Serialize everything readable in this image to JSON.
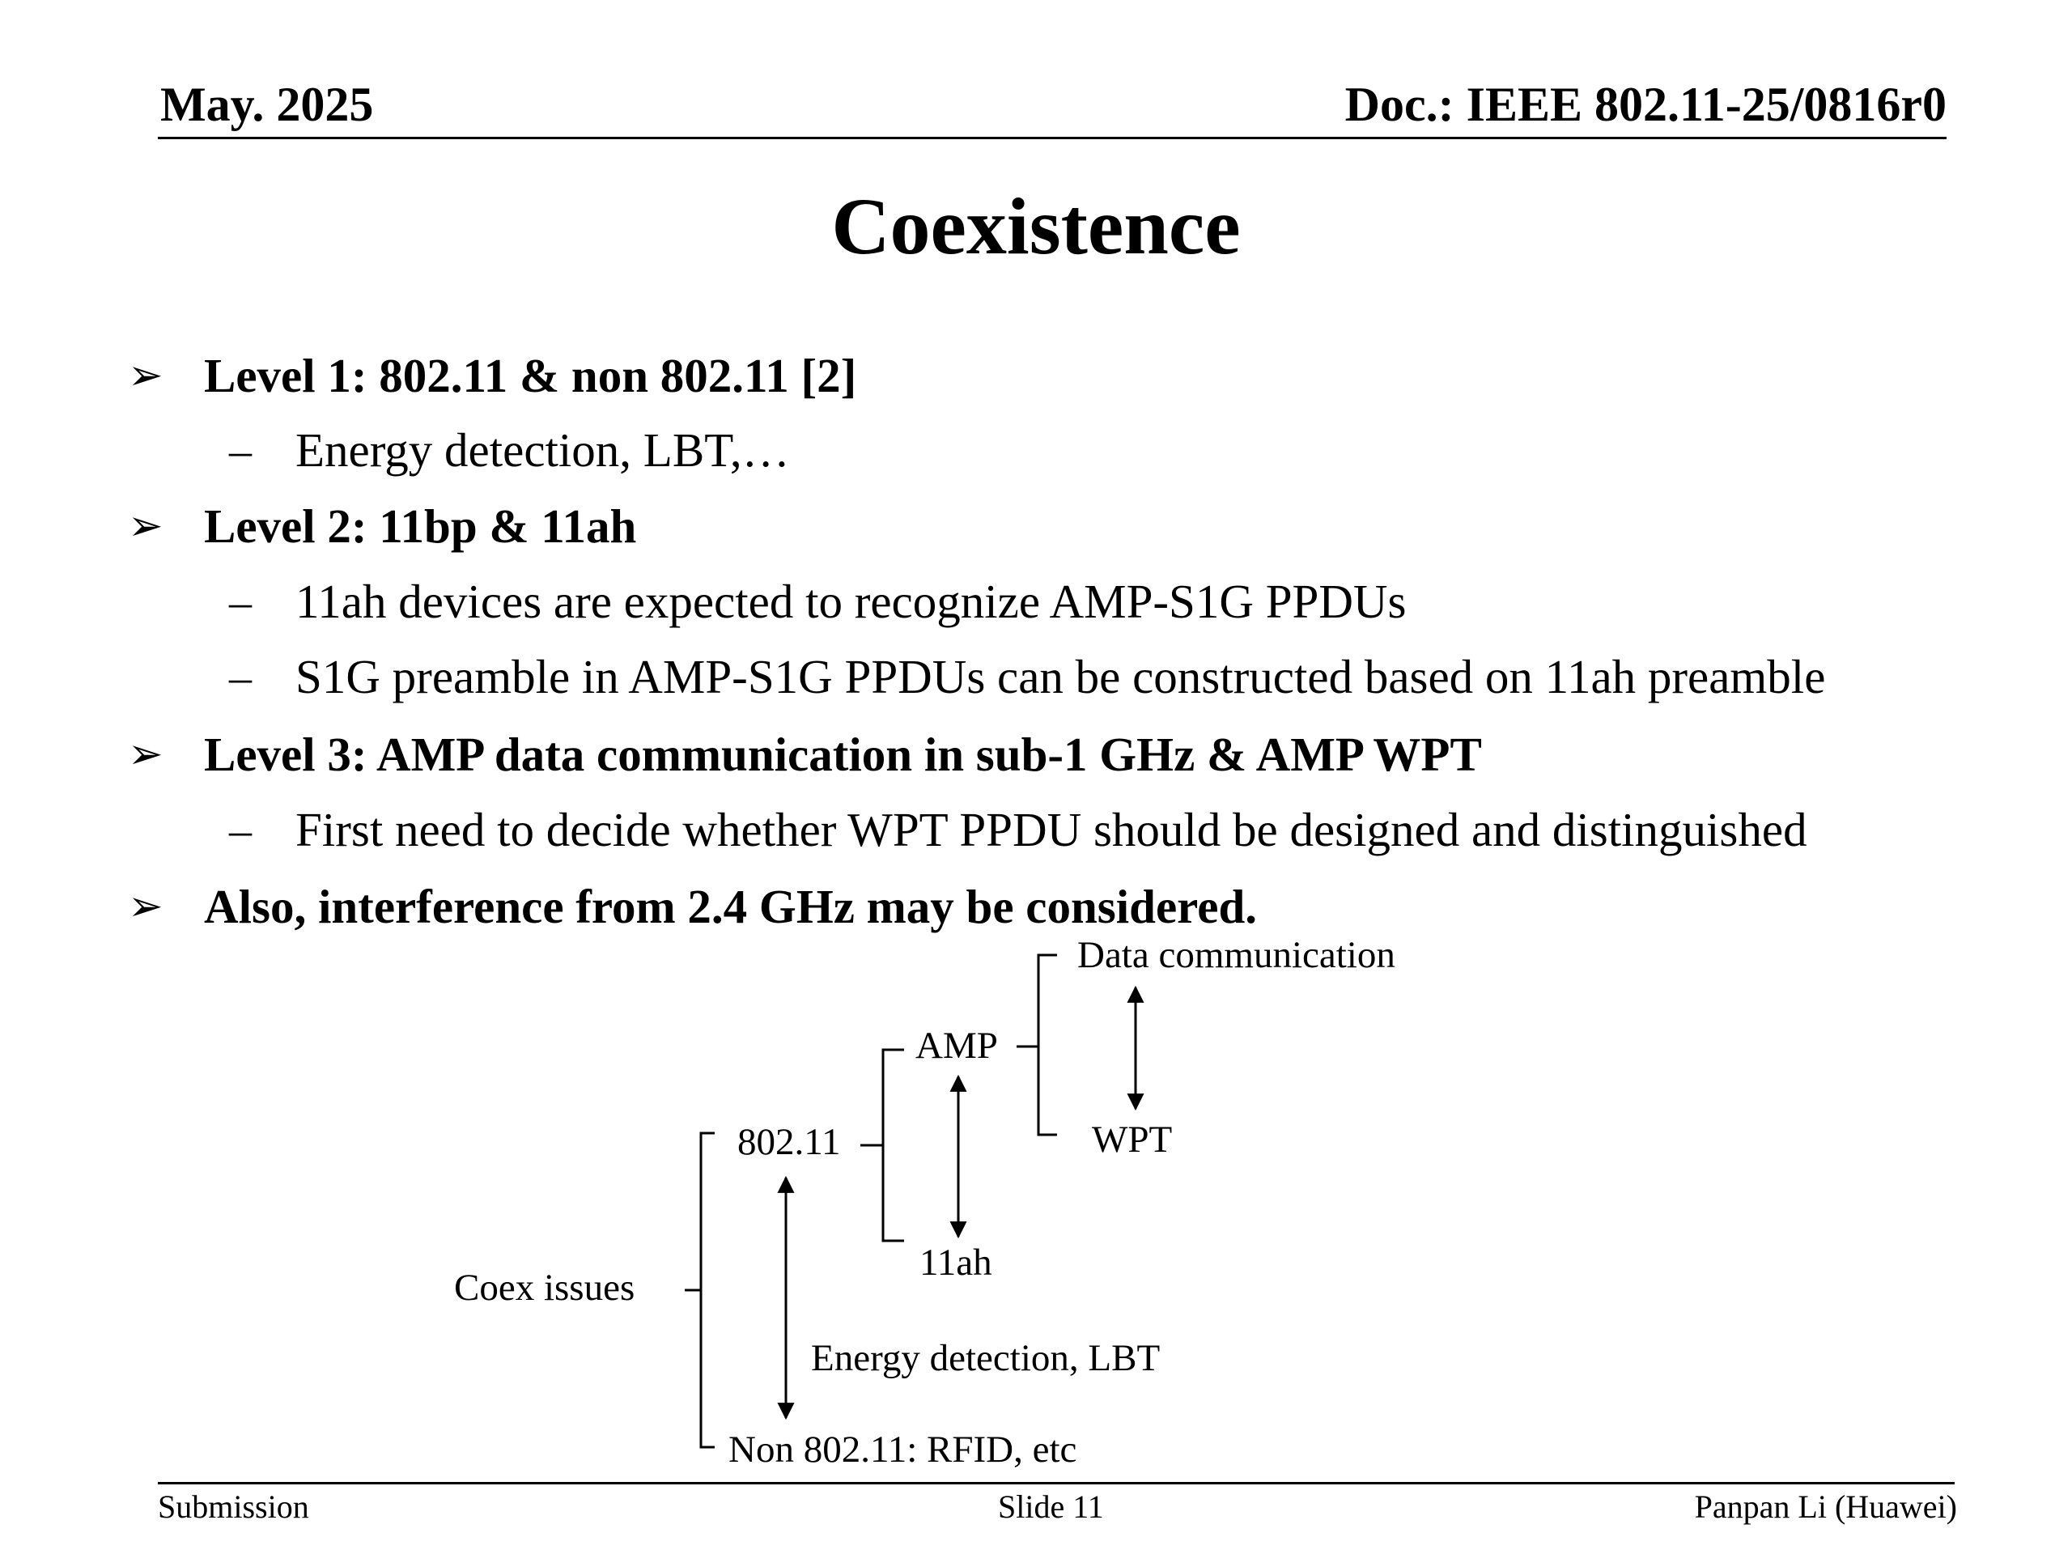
{
  "header": {
    "date": "May. 2025",
    "doc": "Doc.: IEEE 802.11-25/0816r0"
  },
  "title": "Coexistence",
  "bullet_marker": "➢",
  "sub_marker": "–",
  "bullets": [
    {
      "text": "Level 1: 802.11 & non 802.11 [2]",
      "subs": [
        "Energy detection, LBT,…"
      ]
    },
    {
      "text": "Level 2: 11bp & 11ah",
      "subs": [
        "11ah devices are expected to recognize AMP-S1G PPDUs",
        "S1G preamble in AMP-S1G PPDUs can be constructed based on 11ah preamble"
      ]
    },
    {
      "text": "Level 3: AMP data communication in sub-1 GHz & AMP WPT",
      "subs": [
        "First need to decide whether WPT PPDU should be designed and distinguished"
      ]
    },
    {
      "text": "Also, interference from 2.4 GHz may be considered.",
      "subs": []
    }
  ],
  "diagram": {
    "root": "Coex issues",
    "ieee": "802.11",
    "non_ieee": "Non 802.11: RFID, etc",
    "level1_note": "Energy detection, LBT",
    "amp": "AMP",
    "ah": "11ah",
    "data_comm": "Data communication",
    "wpt": "WPT"
  },
  "footer": {
    "left": "Submission",
    "center": "Slide 11",
    "right": "Panpan Li (Huawei)"
  }
}
